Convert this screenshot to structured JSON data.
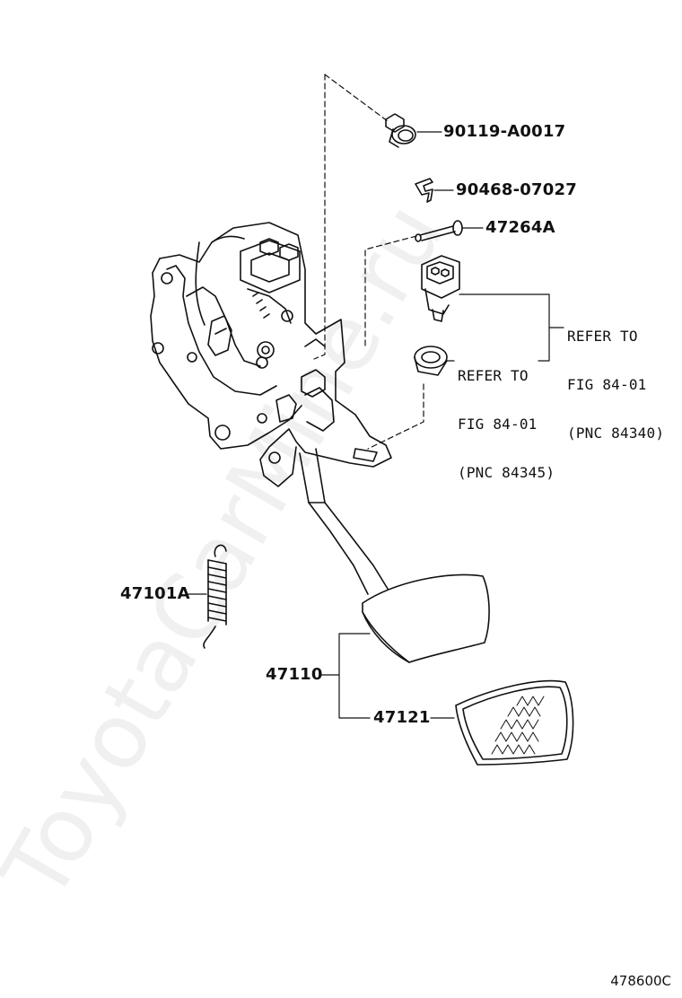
{
  "labels": {
    "p90119": "90119-A0017",
    "p90468": "90468-07027",
    "p47264": "47264A",
    "p47101": "47101A",
    "p47110": "47110",
    "p47121": "47121"
  },
  "refer_84340": {
    "line1": "REFER TO",
    "line2": "FIG 84-01",
    "line3": "(PNC 84340)"
  },
  "refer_84345": {
    "line1": "REFER TO",
    "line2": "FIG 84-01",
    "line3": "(PNC 84345)"
  },
  "watermark": "ToyotaCarMine.ru",
  "figure_number": "478600C"
}
